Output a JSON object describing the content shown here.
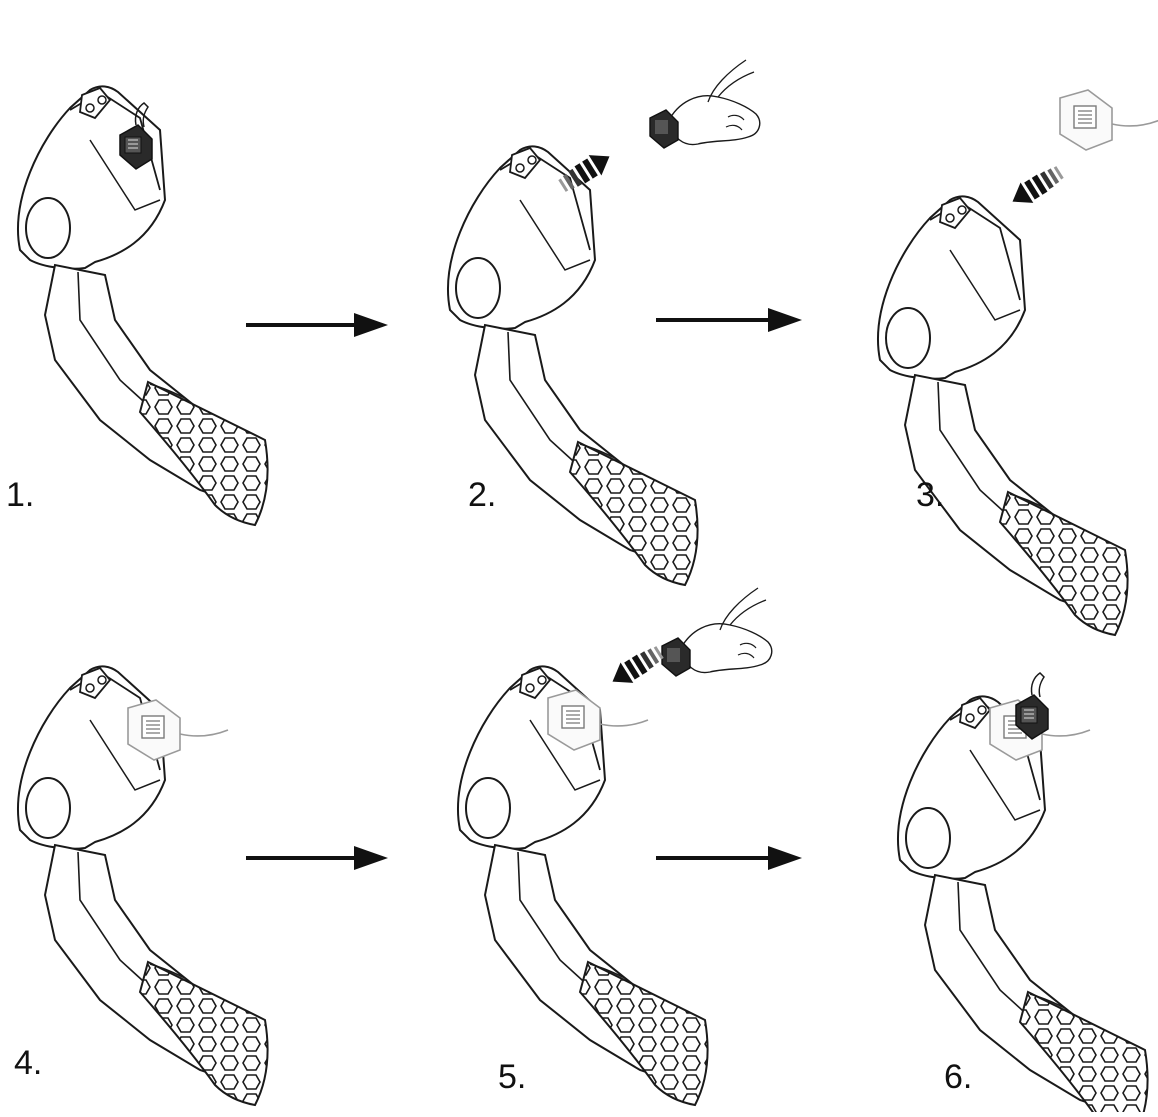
{
  "steps": [
    {
      "label": "1.",
      "connector": "attached",
      "action": "none"
    },
    {
      "label": "2.",
      "connector": "removed",
      "action": "pull-out"
    },
    {
      "label": "3.",
      "connector": "adapter-in",
      "action": "push-in"
    },
    {
      "label": "4.",
      "connector": "adapter-attached",
      "action": "none"
    },
    {
      "label": "5.",
      "connector": "adapter-attached",
      "action": "plug-in"
    },
    {
      "label": "6.",
      "connector": "adapter-with-plug",
      "action": "none"
    }
  ],
  "colors": {
    "line": "#1a1a1a",
    "faint": "#9a9a9a",
    "dark": "#222222",
    "bg": "#ffffff"
  },
  "icons": [
    "pedal-icon",
    "connector-icon",
    "hand-icon",
    "arrow-icon",
    "adapter-icon"
  ]
}
